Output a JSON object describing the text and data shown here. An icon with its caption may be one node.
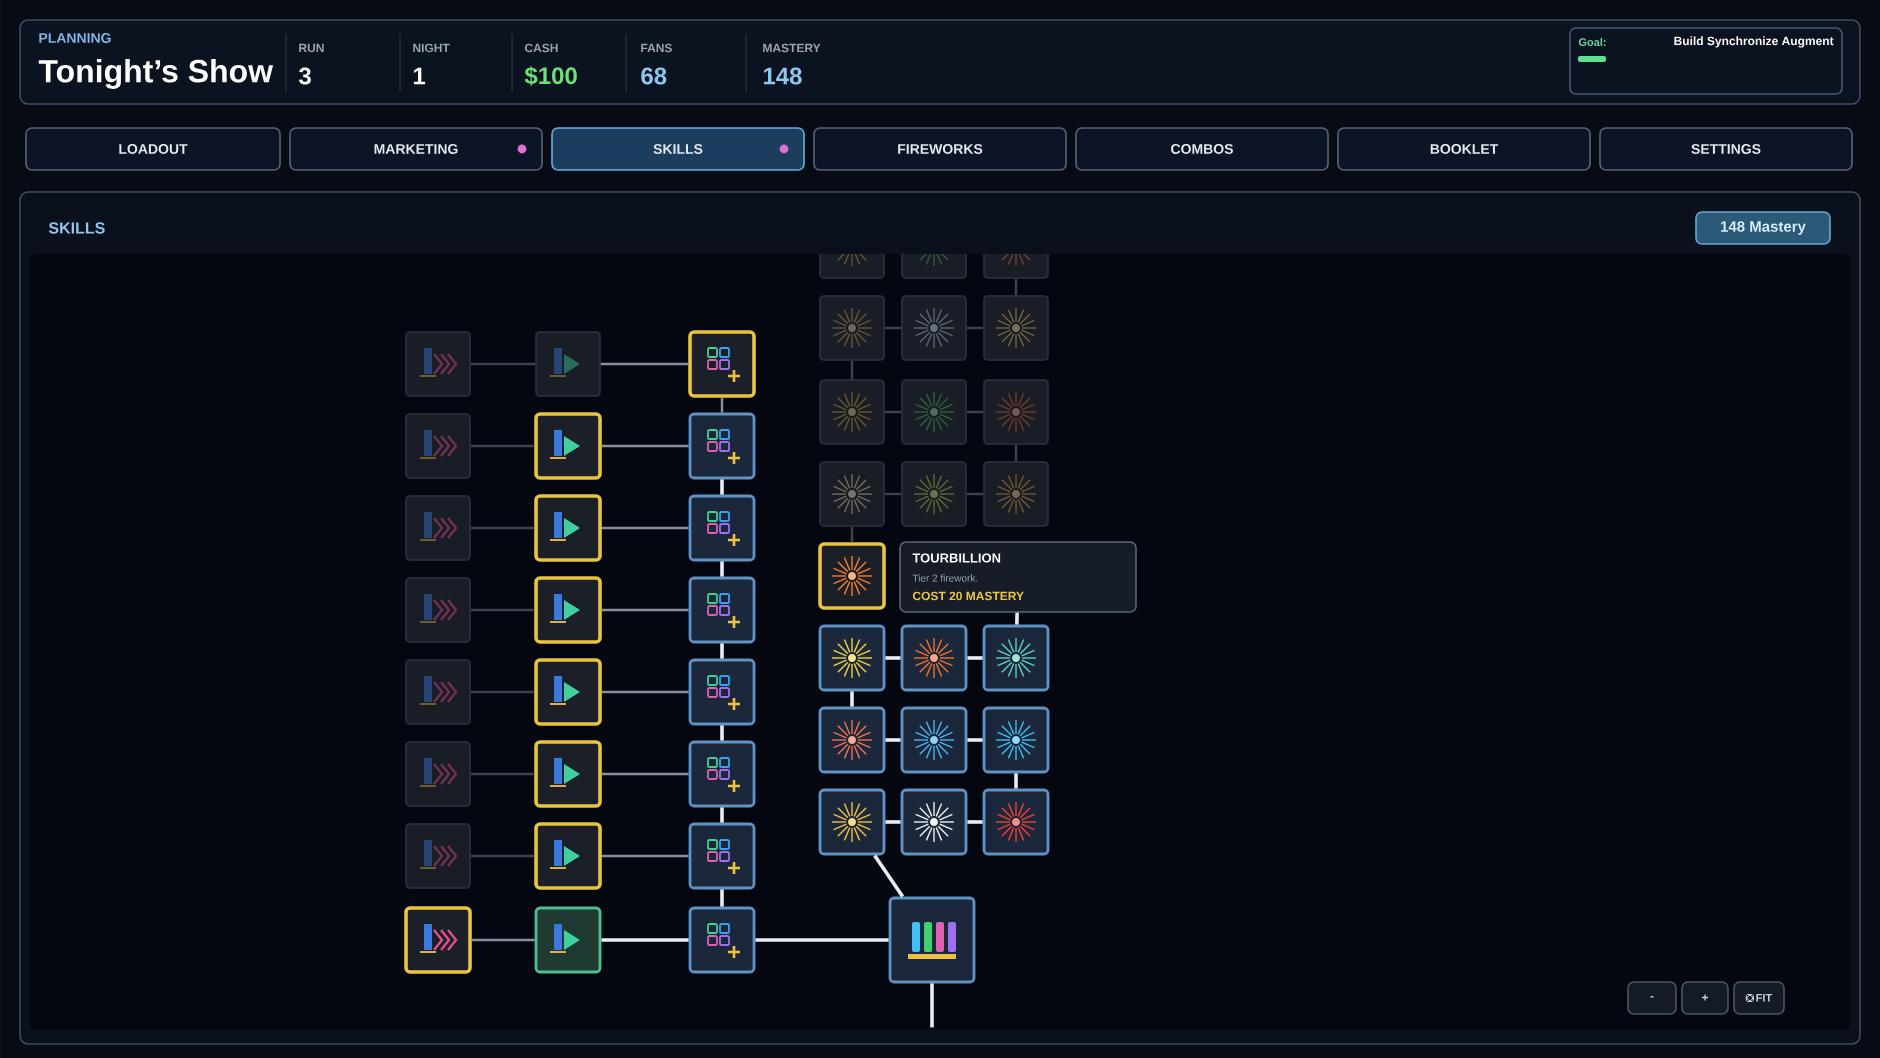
{
  "diagram": {
    "nodes": [
      {
        "text": [
          "PLANNING",
          "Tonight’s Show"
        ]
      },
      {
        "text": [
          "Goal:",
          "Build Synchronize Augment"
        ],
        "in": 0
      },
      {
        "text": [
          "LOADOUT"
        ]
      },
      {
        "text": [
          "MARKETING"
        ]
      },
      {
        "text": [
          "SKILLS"
        ]
      },
      {
        "text": [
          "FIREWORKS"
        ]
      },
      {
        "text": [
          "COMBOS"
        ]
      },
      {
        "text": [
          "BOOKLET"
        ]
      },
      {
        "text": [
          "SETTINGS"
        ]
      },
      {
        "text": [
          "SKILLS"
        ]
      },
      {
        "text": [
          "148 Mastery"
        ],
        "in": 9
      },
      {
        "text": [
          "TOURBILLION",
          "Tier 2 firework.",
          "COST  20 MASTERY"
        ],
        "in": 9
      },
      {
        "text": [
          "-"
        ],
        "in": 9
      },
      {
        "text": [
          "+"
        ],
        "in": 9
      },
      {
        "text": [
          "FIT"
        ],
        "in": 9
      },
      {
        "text": [],
        "shape": "picture",
        "in": 9
      },
      {
        "text": [],
        "shape": "picture",
        "in": 9
      },
      {
        "text": [],
        "shape": "picture",
        "in": 9
      },
      {
        "text": [],
        "shape": "picture",
        "in": 9
      },
      {
        "text": [],
        "shape": "picture",
        "in": 9
      },
      {
        "text": [],
        "shape": "picture",
        "in": 9
      },
      {
        "text": [],
        "shape": "picture",
        "in": 9
      },
      {
        "text": [],
        "shape": "picture",
        "in": 9
      },
      {
        "text": [],
        "shape": "picture",
        "in": 9
      },
      {
        "text": [],
        "shape": "picture",
        "in": 9
      },
      {
        "text": [],
        "shape": "picture",
        "in": 9
      },
      {
        "text": [],
        "shape": "picture",
        "in": 9
      },
      {
        "text": [],
        "shape": "picture",
        "in": 9
      },
      {
        "text": [],
        "shape": "picture",
        "in": 9
      },
      {
        "text": [],
        "shape": "picture",
        "in": 9
      },
      {
        "text": [],
        "shape": "picture",
        "in": 9
      },
      {
        "text": [],
        "shape": "picture",
        "in": 9
      },
      {
        "text": [],
        "shape": "picture",
        "in": 9
      },
      {
        "text": [],
        "shape": "picture",
        "in": 9
      },
      {
        "text": [],
        "shape": "picture",
        "in": 9
      },
      {
        "text": [],
        "shape": "picture",
        "in": 9
      },
      {
        "text": [],
        "shape": "picture",
        "in": 9
      },
      {
        "text": [],
        "shape": "picture",
        "in": 9
      },
      {
        "text": [],
        "shape": "picture",
        "in": 9
      },
      {
        "text": [],
        "shape": "picture",
        "in": 9
      },
      {
        "text": [],
        "shape": "picture",
        "in": 9
      },
      {
        "text": [],
        "shape": "picture",
        "in": 9
      },
      {
        "text": [],
        "shape": "picture",
        "in": 9
      },
      {
        "text": [],
        "shape": "picture",
        "in": 9
      },
      {
        "text": [],
        "shape": "picture",
        "in": 9
      },
      {
        "text": [],
        "shape": "picture",
        "in": 9
      },
      {
        "text": [],
        "shape": "picture",
        "in": 9
      },
      {
        "text": [],
        "shape": "picture",
        "in": 9
      },
      {
        "text": [],
        "shape": "picture",
        "in": 9
      },
      {
        "text": [],
        "shape": "picture",
        "in": 9
      },
      {
        "text": [],
        "shape": "picture",
        "in": 9
      },
      {
        "text": [],
        "shape": "picture",
        "in": 9
      },
      {
        "text": [],
        "shape": "picture",
        "in": 9
      },
      {
        "text": [],
        "shape": "picture",
        "in": 9
      },
      {
        "text": [],
        "shape": "picture",
        "in": 9
      },
      {
        "text": [],
        "shape": "picture",
        "in": 9
      },
      {
        "text": [],
        "shape": "picture",
        "in": 9
      },
      {
        "text": [],
        "shape": "picture",
        "in": 9
      },
      {
        "text": [],
        "shape": "picture",
        "in": 9
      },
      {
        "text": [],
        "shape": "picture",
        "in": 9
      },
      {
        "text": [],
        "shape": "picture",
        "in": 9
      },
      {
        "text": [],
        "shape": "picture",
        "in": 9
      }
    ],
    "edges": [
      {
        "from": 15,
        "to": 16,
        "arrow": "none",
        "color": "#3c434d"
      },
      {
        "from": 18,
        "to": 19,
        "arrow": "none",
        "color": "#3c434d"
      },
      {
        "from": 21,
        "to": 22,
        "arrow": "none",
        "color": "#3c434d"
      },
      {
        "from": 24,
        "to": 25,
        "arrow": "none",
        "color": "#3c434d"
      },
      {
        "from": 27,
        "to": 28,
        "arrow": "none",
        "color": "#3c434d"
      },
      {
        "from": 30,
        "to": 31,
        "arrow": "none",
        "color": "#3c434d"
      },
      {
        "from": 33,
        "to": 34,
        "arrow": "none",
        "color": "#3c434d"
      },
      {
        "from": 36,
        "to": 37,
        "arrow": "none",
        "color": "#8a9099"
      },
      {
        "from": 16,
        "to": 17,
        "arrow": "none",
        "color": "#8a9099"
      },
      {
        "from": 19,
        "to": 20,
        "arrow": "none",
        "color": "#8a9099"
      },
      {
        "from": 22,
        "to": 23,
        "arrow": "none",
        "color": "#8a9099"
      },
      {
        "from": 25,
        "to": 26,
        "arrow": "none",
        "color": "#8a9099"
      },
      {
        "from": 28,
        "to": 29,
        "arrow": "none",
        "color": "#8a9099"
      },
      {
        "from": 31,
        "to": 32,
        "arrow": "none",
        "color": "#8a9099"
      },
      {
        "from": 34,
        "to": 35,
        "arrow": "none",
        "color": "#8a9099"
      },
      {
        "from": 37,
        "to": 38,
        "arrow": "none"
      },
      {
        "from": 17,
        "to": 20,
        "arrow": "none",
        "color": "#8a9099"
      },
      {
        "from": 20,
        "to": 23,
        "arrow": "none"
      },
      {
        "from": 23,
        "to": 26,
        "arrow": "none"
      },
      {
        "from": 26,
        "to": 29,
        "arrow": "none"
      },
      {
        "from": 29,
        "to": 32,
        "arrow": "none"
      },
      {
        "from": 32,
        "to": 35,
        "arrow": "none"
      },
      {
        "from": 35,
        "to": 38,
        "arrow": "none"
      },
      {
        "from": 38,
        "to": 61,
        "arrow": "none"
      },
      {
        "from": 41,
        "to": 44,
        "arrow": "none",
        "color": "#3c434d"
      },
      {
        "from": 42,
        "to": 43,
        "arrow": "none",
        "color": "#3c434d"
      },
      {
        "from": 43,
        "to": 44,
        "arrow": "none",
        "color": "#3c434d"
      },
      {
        "from": 42,
        "to": 45,
        "arrow": "none",
        "color": "#3c434d"
      },
      {
        "from": 45,
        "to": 46,
        "arrow": "none",
        "color": "#3c434d"
      },
      {
        "from": 46,
        "to": 47,
        "arrow": "none",
        "color": "#3c434d"
      },
      {
        "from": 47,
        "to": 50,
        "arrow": "none",
        "color": "#3c434d"
      },
      {
        "from": 48,
        "to": 49,
        "arrow": "none",
        "color": "#3c434d"
      },
      {
        "from": 49,
        "to": 50,
        "arrow": "none",
        "color": "#3c434d"
      },
      {
        "from": 48,
        "to": 51,
        "arrow": "none",
        "color": "#3c434d"
      },
      {
        "from": 11,
        "to": 54,
        "arrow": "none"
      },
      {
        "from": 52,
        "to": 53,
        "arrow": "none"
      },
      {
        "from": 53,
        "to": 54,
        "arrow": "none"
      },
      {
        "from": 52,
        "to": 55,
        "arrow": "none"
      },
      {
        "from": 55,
        "to": 56,
        "arrow": "none"
      },
      {
        "from": 56,
        "to": 57,
        "arrow": "none"
      },
      {
        "from": 57,
        "to": 60,
        "arrow": "none"
      },
      {
        "from": 58,
        "to": 59,
        "arrow": "none"
      },
      {
        "from": 59,
        "to": 60,
        "arrow": "none"
      },
      {
        "from": 58,
        "to": 61,
        "arrow": "none"
      },
      {
        "from": 61,
        "to": null,
        "arrow": "none"
      }
    ],
    "labels": [
      "RUN",
      "3",
      "NIGHT",
      "1",
      "CASH",
      "$100",
      "FANS",
      "68",
      "MASTERY",
      "148"
    ]
  }
}
